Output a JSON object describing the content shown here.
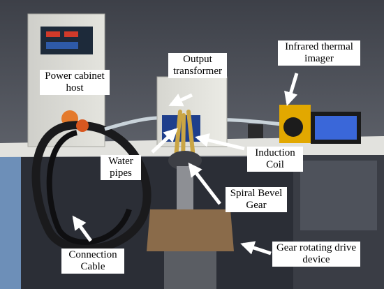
{
  "labels": {
    "power_cabinet": "Power cabinet host",
    "output_transformer": "Output transformer",
    "infrared_imager": "Infrared thermal imager",
    "water_pipes": "Water pipes",
    "induction_coil": "Induction Coil",
    "spiral_bevel_gear": "Spiral Bevel Gear",
    "connection_cable": "Connection Cable",
    "gear_drive": "Gear rotating drive device"
  },
  "colors": {
    "wall": "#6a6e78",
    "bench": "#e2e2de",
    "cabinet": "#d9d9d4",
    "floor": "#2b2e36",
    "arrow": "#ffffff",
    "camera_yellow": "#e2a800",
    "screen_blue": "#3a67d9",
    "gold_coil": "#caa544"
  }
}
